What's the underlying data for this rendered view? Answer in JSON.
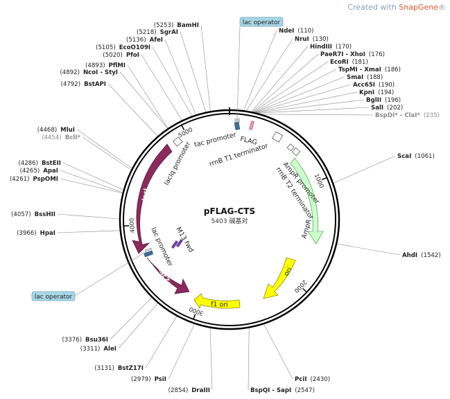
{
  "watermark": {
    "prefix": "Created with ",
    "brand": "SnapGene",
    "suffix": "®"
  },
  "plasmid": {
    "name": "pFLAG-CTS",
    "size": "5403",
    "size_suffix": "碱基对",
    "total_bp": 5403
  },
  "ticks": [
    {
      "bp": 1000,
      "label": "1000"
    },
    {
      "bp": 2000,
      "label": "2000"
    },
    {
      "bp": 3000,
      "label": "3000"
    },
    {
      "bp": 4000,
      "label": "4000"
    },
    {
      "bp": 5000,
      "label": "5000"
    }
  ],
  "sites": [
    {
      "name": "NdeI",
      "pos": "(110)",
      "bp": 110,
      "side": "right"
    },
    {
      "name": "NruI",
      "pos": "(130)",
      "bp": 130,
      "side": "right"
    },
    {
      "name": "HindIII",
      "pos": "(170)",
      "bp": 170,
      "side": "right"
    },
    {
      "name": "PaeR7I - XhoI",
      "pos": "(176)",
      "bp": 176,
      "side": "right"
    },
    {
      "name": "EcoRI",
      "pos": "(181)",
      "bp": 181,
      "side": "right"
    },
    {
      "name": "TspMI - XmaI",
      "pos": "(186)",
      "bp": 186,
      "side": "right"
    },
    {
      "name": "SmaI",
      "pos": "(188)",
      "bp": 188,
      "side": "right"
    },
    {
      "name": "Acc65I",
      "pos": "(190)",
      "bp": 190,
      "side": "right"
    },
    {
      "name": "KpnI",
      "pos": "(194)",
      "bp": 194,
      "side": "right"
    },
    {
      "name": "BglII",
      "pos": "(196)",
      "bp": 196,
      "side": "right"
    },
    {
      "name": "SalI",
      "pos": "(202)",
      "bp": 202,
      "side": "right"
    },
    {
      "name": "BspDI* - ClaI*",
      "pos": "(235)",
      "bp": 235,
      "side": "right",
      "dim": true
    },
    {
      "name": "ScaI",
      "pos": "(1061)",
      "bp": 1061,
      "side": "right"
    },
    {
      "name": "AhdI",
      "pos": "(1542)",
      "bp": 1542,
      "side": "right"
    },
    {
      "name": "PciI",
      "pos": "(2430)",
      "bp": 2430,
      "side": "right"
    },
    {
      "name": "BspQI - SapI",
      "pos": "(2547)",
      "bp": 2547,
      "side": "right"
    },
    {
      "name": "DraIII",
      "pos": "(2854)",
      "bp": 2854,
      "side": "left"
    },
    {
      "name": "PsiI",
      "pos": "(2979)",
      "bp": 2979,
      "side": "left"
    },
    {
      "name": "BstZ17I",
      "pos": "(3131)",
      "bp": 3131,
      "side": "left"
    },
    {
      "name": "AleI",
      "pos": "(3311)",
      "bp": 3311,
      "side": "left"
    },
    {
      "name": "Bsu36I",
      "pos": "(3376)",
      "bp": 3376,
      "side": "left"
    },
    {
      "name": "HpaI",
      "pos": "(3966)",
      "bp": 3966,
      "side": "left"
    },
    {
      "name": "BssHII",
      "pos": "(4057)",
      "bp": 4057,
      "side": "left"
    },
    {
      "name": "PspOMI",
      "pos": "(4261)",
      "bp": 4261,
      "side": "left"
    },
    {
      "name": "ApaI",
      "pos": "(4265)",
      "bp": 4265,
      "side": "left"
    },
    {
      "name": "BstEII",
      "pos": "(4286)",
      "bp": 4286,
      "side": "left"
    },
    {
      "name": "BclI*",
      "pos": "(4454)",
      "bp": 4454,
      "side": "left",
      "dim": true
    },
    {
      "name": "MluI",
      "pos": "(4468)",
      "bp": 4468,
      "side": "left"
    },
    {
      "name": "BstAPI",
      "pos": "(4792)",
      "bp": 4792,
      "side": "left"
    },
    {
      "name": "NcoI - StyI",
      "pos": "(4892)",
      "bp": 4892,
      "side": "left"
    },
    {
      "name": "PflMI",
      "pos": "(4893)",
      "bp": 4893,
      "side": "left"
    },
    {
      "name": "PfoI",
      "pos": "(5020)",
      "bp": 5020,
      "side": "left"
    },
    {
      "name": "EcoO109I",
      "pos": "(5105)",
      "bp": 5105,
      "side": "left"
    },
    {
      "name": "AfeI",
      "pos": "(5136)",
      "bp": 5136,
      "side": "left"
    },
    {
      "name": "SgrAI",
      "pos": "(5218)",
      "bp": 5218,
      "side": "left"
    },
    {
      "name": "BamHI",
      "pos": "(5253)",
      "bp": 5253,
      "side": "left"
    }
  ],
  "features": [
    {
      "name": "lacIq promoter"
    },
    {
      "name": "lacI"
    },
    {
      "name": "lac promoter"
    },
    {
      "name": "lacZα"
    },
    {
      "name": "M13 fwd"
    },
    {
      "name": "tac promoter"
    },
    {
      "name": "FLAG"
    },
    {
      "name": "rrnB T1 terminator"
    },
    {
      "name": "AmpR promoter"
    },
    {
      "name": "rrnB T2 terminator"
    },
    {
      "name": "AmpR"
    },
    {
      "name": "ori"
    },
    {
      "name": "f1 ori"
    }
  ],
  "operators": [
    {
      "name": "lac operator"
    },
    {
      "name": "lac operator"
    }
  ],
  "colors": {
    "lacI": "#8b2a5c",
    "AmpR": "#ccffcc",
    "ori": "#ffff00",
    "f1ori": "#ffff00",
    "operator_box": "#a8d8e8",
    "backbone": "#000000"
  }
}
